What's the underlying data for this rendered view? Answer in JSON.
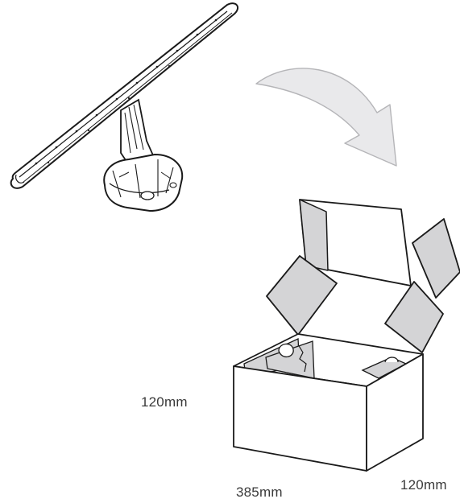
{
  "dimensions": {
    "height": "120mm",
    "length": "385mm",
    "width": "120mm"
  },
  "colors": {
    "outline": "#1a1a1a",
    "flap_fill": "#d4d4d6",
    "box_fill": "#ffffff",
    "arrow_fill": "#e9e9eb",
    "arrow_stroke": "#b5b5b8"
  },
  "icons": {
    "product": "antenna-icon",
    "arrow": "curved-arrow-icon",
    "package": "open-box-icon"
  }
}
